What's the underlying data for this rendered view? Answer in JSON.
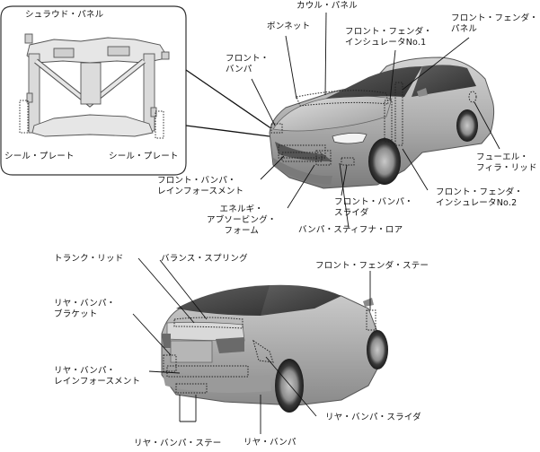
{
  "labels": {
    "shroud_panel": "シュラウド・パネル",
    "seal_plate_left": "シール・プレート",
    "seal_plate_right": "シール・プレート",
    "bonnet": "ボンネット",
    "cowl_panel": "カウル・パネル",
    "front_bumper": "フロント・\nバンパ",
    "front_fender_insulator_1": "フロント・フェンダ・\nインシュレータNo.1",
    "front_fender_panel": "フロント・フェンダ・\nパネル",
    "fuel_filler_lid": "フューエル・\nフィラ・リッド",
    "front_bumper_reinforcement": "フロント・バンパ・\nレインフォースメント",
    "energy_absorbing_foam": "エネルギ・\nアブソービング・\nフォーム",
    "front_bumper_slider": "フロント・バンパ・\nスライダ",
    "front_fender_insulator_2": "フロント・フェンダ・\nインシュレータNo.2",
    "bumper_stiffener_lower": "バンパ・スティフナ・ロア",
    "trunk_lid": "トランク・リッド",
    "balance_spring": "バランス・スプリング",
    "front_fender_stay": "フロント・フェンダ・ステー",
    "rear_bumper_bracket": "リヤ・バンパ・\nブラケット",
    "rear_bumper_reinforcement": "リヤ・バンパ・\nレインフォースメント",
    "rear_bumper_slider": "リヤ・バンパ・スライダ",
    "rear_bumper_stay": "リヤ・バンパ・ステー",
    "rear_bumper": "リヤ・バンパ"
  }
}
